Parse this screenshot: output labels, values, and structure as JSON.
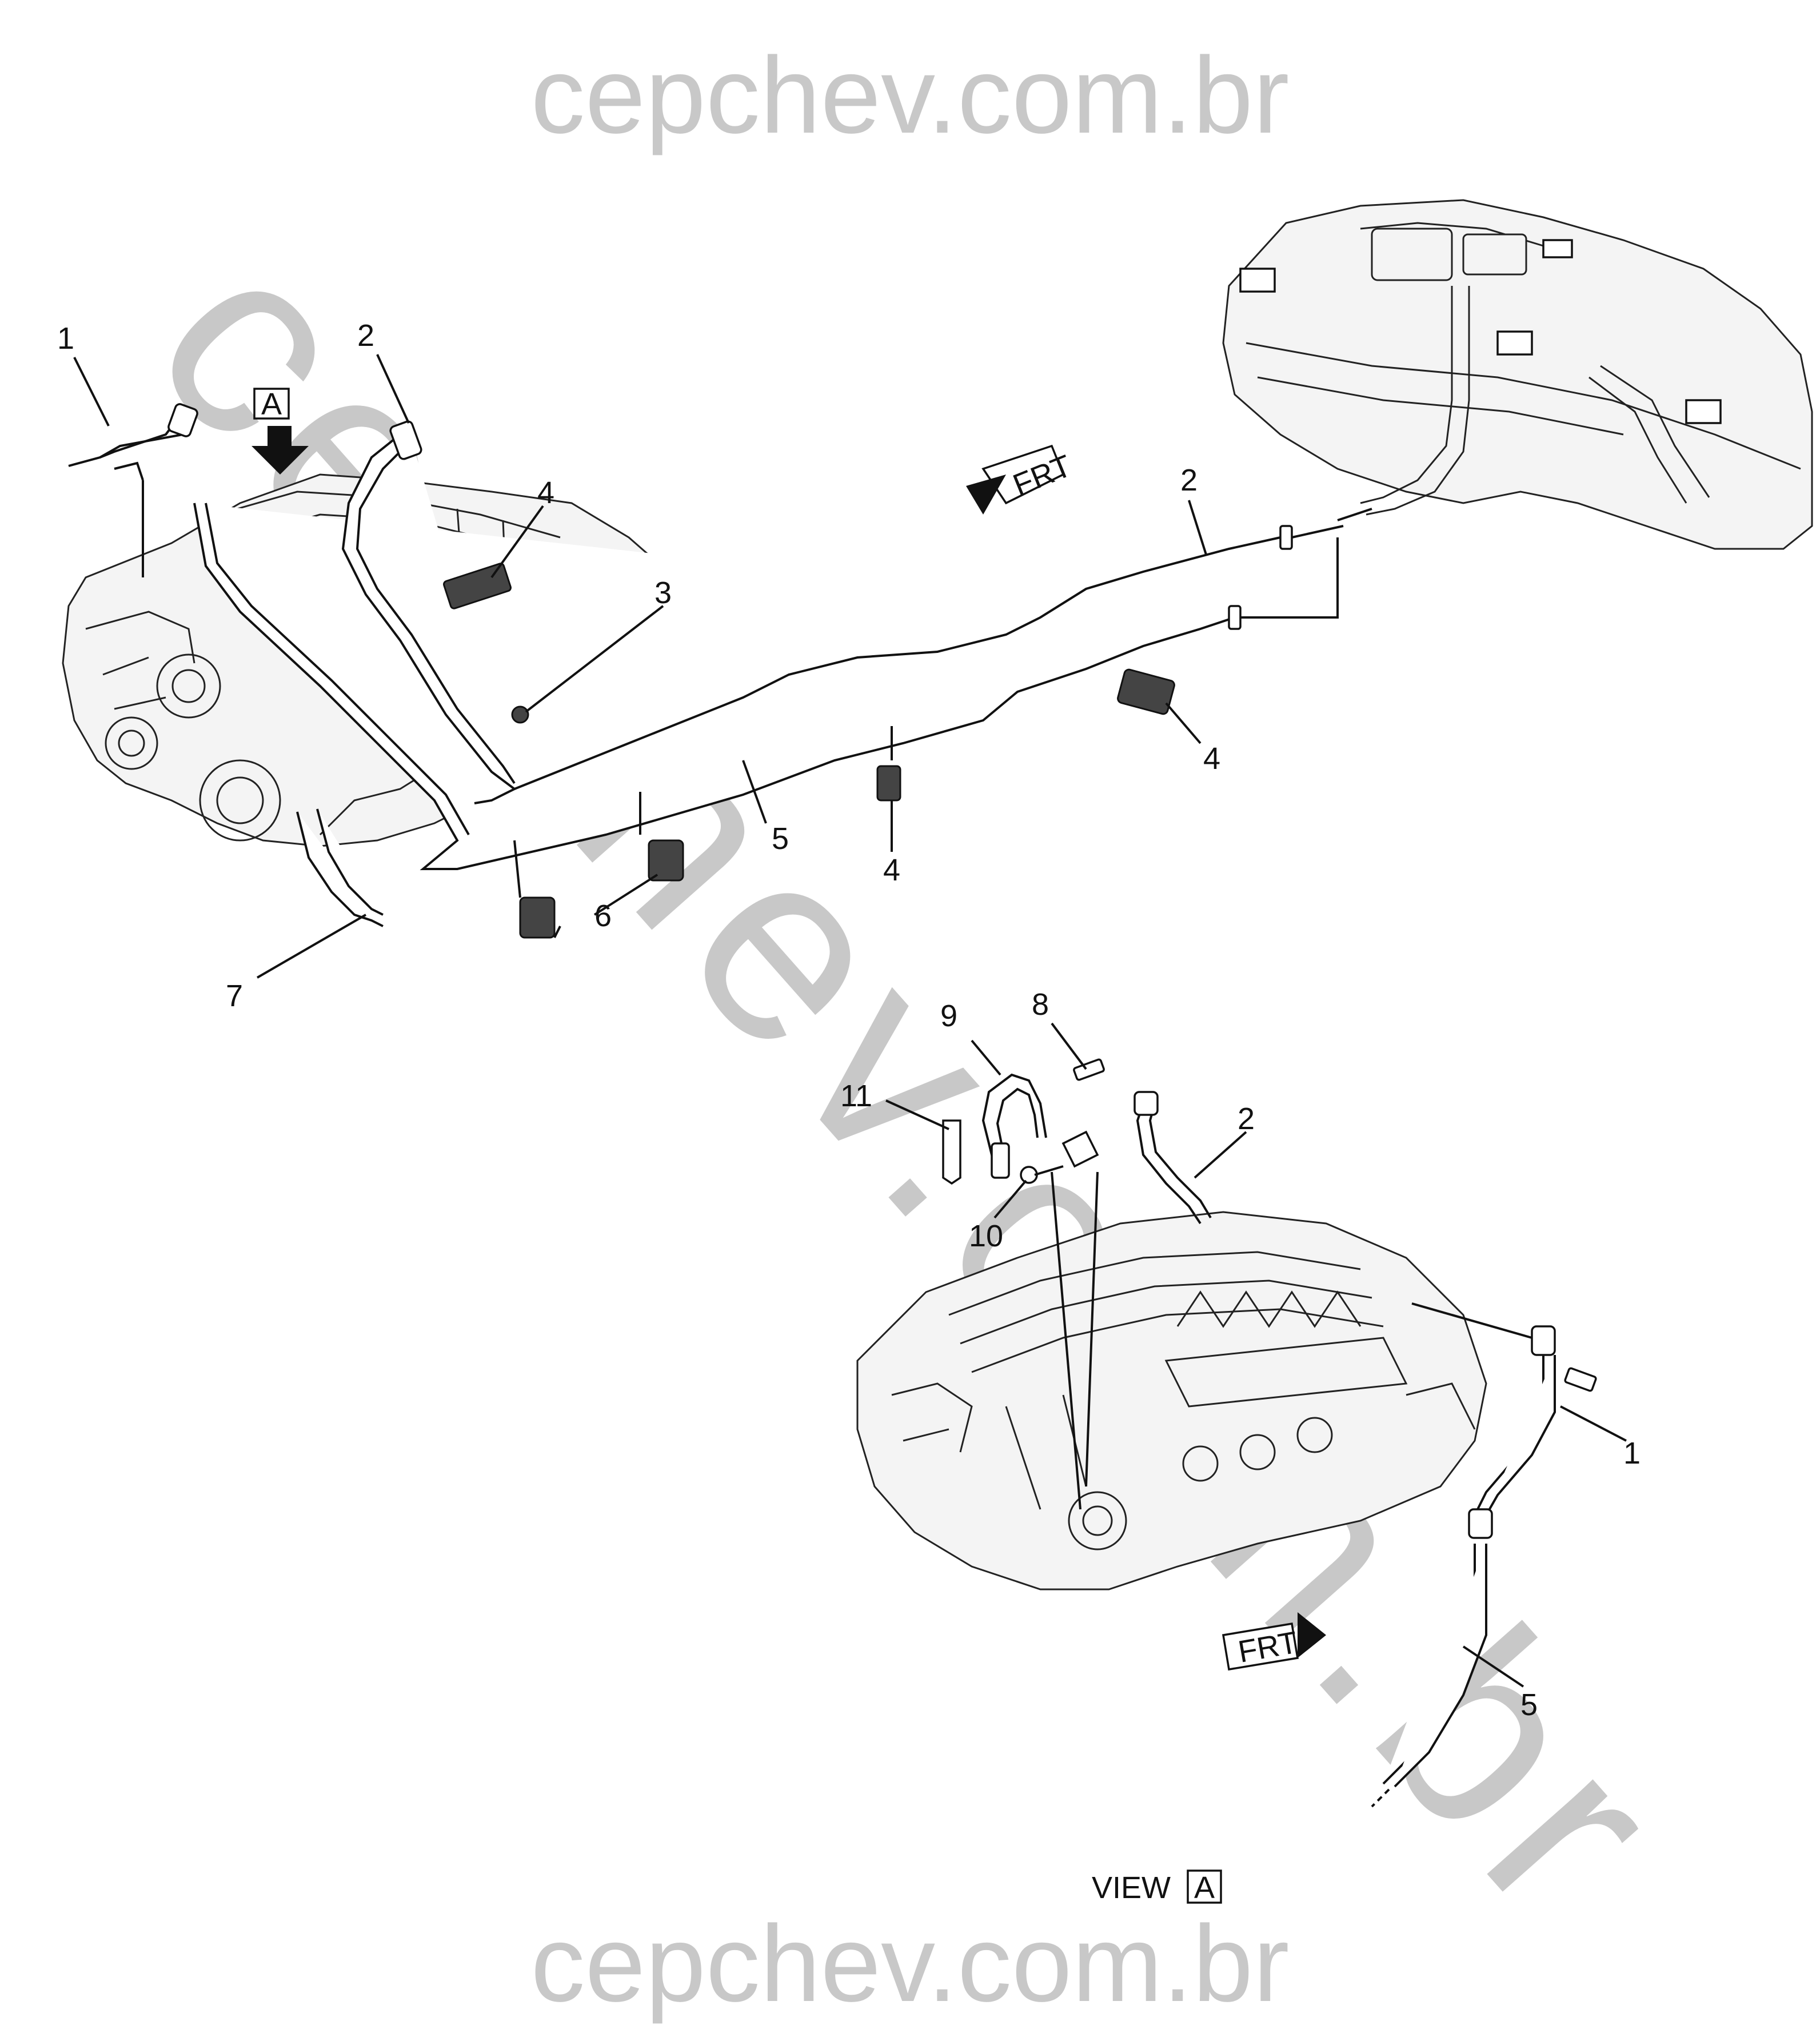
{
  "watermark": {
    "top_text": "cepchev.com.br",
    "bottom_text": "cepchev.com.br",
    "diagonal_text": "cepchev.com.br",
    "color": "#c8c8c8"
  },
  "view_marker": {
    "arrow_letter": "A",
    "view_word": "VIEW",
    "view_letter": "A"
  },
  "frt_labels": {
    "upper": "FRT",
    "lower": "FRT"
  },
  "callouts": [
    {
      "id": "c1-upper",
      "label": "1"
    },
    {
      "id": "c2-upper",
      "label": "2"
    },
    {
      "id": "c4-upper",
      "label": "4"
    },
    {
      "id": "c3",
      "label": "3"
    },
    {
      "id": "c2-tank",
      "label": "2"
    },
    {
      "id": "c4-right",
      "label": "4"
    },
    {
      "id": "c5-upper",
      "label": "5"
    },
    {
      "id": "c4-mid",
      "label": "4"
    },
    {
      "id": "c6",
      "label": "6"
    },
    {
      "id": "c7",
      "label": "7"
    },
    {
      "id": "c9",
      "label": "9"
    },
    {
      "id": "c8",
      "label": "8"
    },
    {
      "id": "c11",
      "label": "11"
    },
    {
      "id": "c2-view",
      "label": "2"
    },
    {
      "id": "c10",
      "label": "10"
    },
    {
      "id": "c1-view",
      "label": "1"
    },
    {
      "id": "c5-view",
      "label": "5"
    }
  ],
  "icons": [
    "view-arrow-icon",
    "frt-arrow-icon"
  ]
}
